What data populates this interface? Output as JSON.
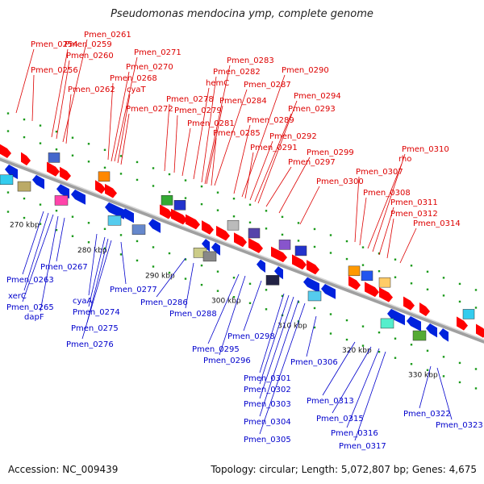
{
  "title": "Pseudomonas mendocina ymp, complete genome",
  "footer": {
    "accession": "Accession: NC_009439",
    "summary": "Topology: circular; Length: 5,072,807 bp; Genes: 4,675"
  },
  "colors": {
    "forward_label": "#dd0000",
    "reverse_label": "#0000cc",
    "backbone": "#a0a0a0",
    "tick": "#1a9a1a",
    "forward_gene": "#ff0000",
    "reverse_gene": "#0022dd"
  },
  "scale_labels": [
    "270 kbp",
    "280 kbp",
    "290 kbp",
    "300 kbp",
    "310 kbp",
    "320 kbp",
    "330 kbp"
  ],
  "forward_labels": [
    "Pmen_0254",
    "Pmen_0256",
    "Pmen_0259",
    "Pmen_0260",
    "Pmen_0261",
    "Pmen_0262",
    "Pmen_0268",
    "Pmen_0270",
    "Pmen_0271",
    "cyaT",
    "Pmen_0272",
    "Pmen_0278",
    "Pmen_0279",
    "Pmen_0281",
    "hemC",
    "Pmen_0282",
    "Pmen_0283",
    "Pmen_0284",
    "Pmen_0285",
    "Pmen_0287",
    "Pmen_0289",
    "Pmen_0290",
    "Pmen_0291",
    "Pmen_0292",
    "Pmen_0293",
    "Pmen_0294",
    "Pmen_0297",
    "Pmen_0299",
    "Pmen_0300",
    "Pmen_0307",
    "Pmen_0308",
    "rho",
    "Pmen_0310",
    "Pmen_0311",
    "Pmen_0312",
    "Pmen_0314"
  ],
  "reverse_labels": [
    "Pmen_0263",
    "xerC",
    "Pmen_0265",
    "dapF",
    "Pmen_0267",
    "cyaA",
    "Pmen_0274",
    "Pmen_0275",
    "Pmen_0276",
    "Pmen_0277",
    "Pmen_0286",
    "Pmen_0288",
    "Pmen_0295",
    "Pmen_0296",
    "Pmen_0298",
    "Pmen_0301",
    "Pmen_0302",
    "Pmen_0303",
    "Pmen_0304",
    "Pmen_0305",
    "Pmen_0306",
    "Pmen_0313",
    "Pmen_0315",
    "Pmen_0316",
    "Pmen_0317",
    "Pmen_0322",
    "Pmen_0323"
  ]
}
